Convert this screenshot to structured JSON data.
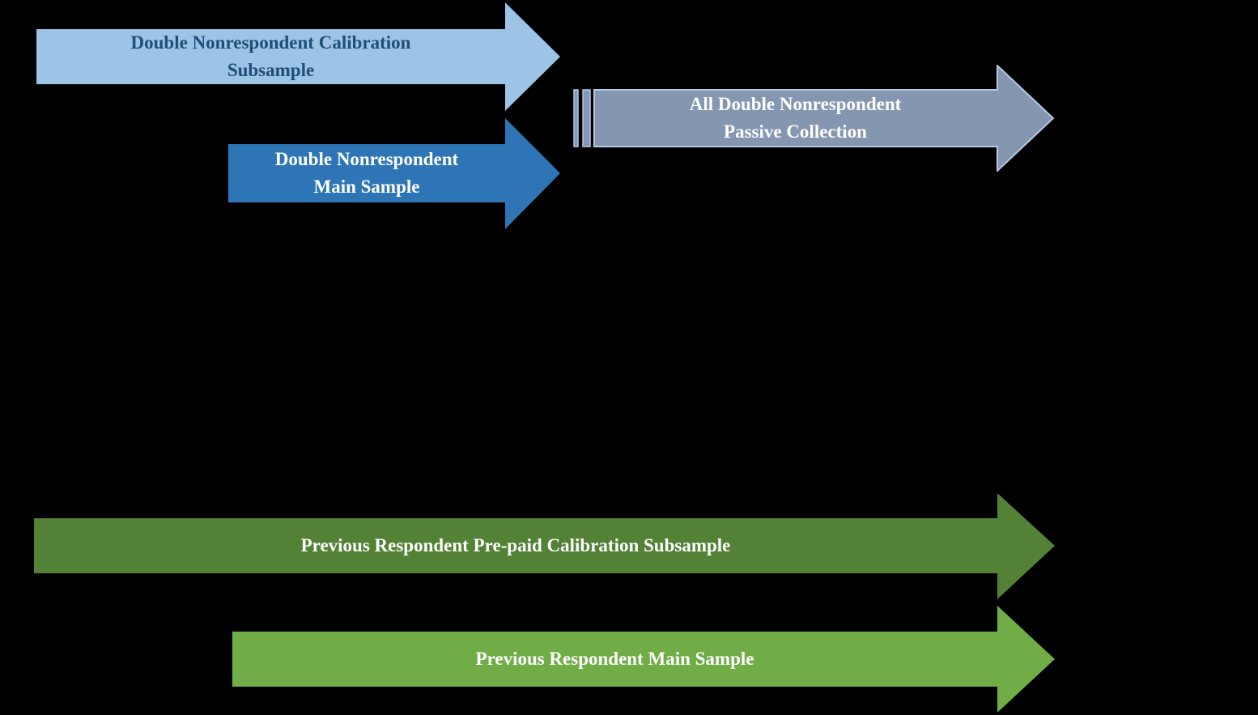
{
  "diagram": {
    "title": "Sample collection timeline arrows",
    "background_color": "#000000",
    "arrows": [
      {
        "id": "double-nonrespondent-calibration-subsample",
        "lines": [
          "Double Nonrespondent Calibration",
          "Subsample"
        ],
        "fill": "#9DC3E6",
        "text_color": "#1F4E79"
      },
      {
        "id": "double-nonrespondent-main-sample",
        "lines": [
          "Double Nonrespondent",
          "Main Sample"
        ],
        "fill": "#2E75B6",
        "text_color": "#FFFFFF"
      },
      {
        "id": "all-double-nonrespondent-passive-collection",
        "lines": [
          "All Double Nonrespondent",
          "Passive Collection"
        ],
        "fill": "#8496B0",
        "stroke": "#B4C7E7",
        "text_color": "#FFFFFF"
      },
      {
        "id": "previous-respondent-prepaid-calibration-subsample",
        "lines": [
          "Previous Respondent Pre-paid Calibration Subsample"
        ],
        "fill": "#538135",
        "text_color": "#FFFFFF"
      },
      {
        "id": "previous-respondent-main-sample",
        "lines": [
          "Previous Respondent Main Sample"
        ],
        "fill": "#70AD47",
        "text_color": "#FFFFFF"
      }
    ]
  }
}
